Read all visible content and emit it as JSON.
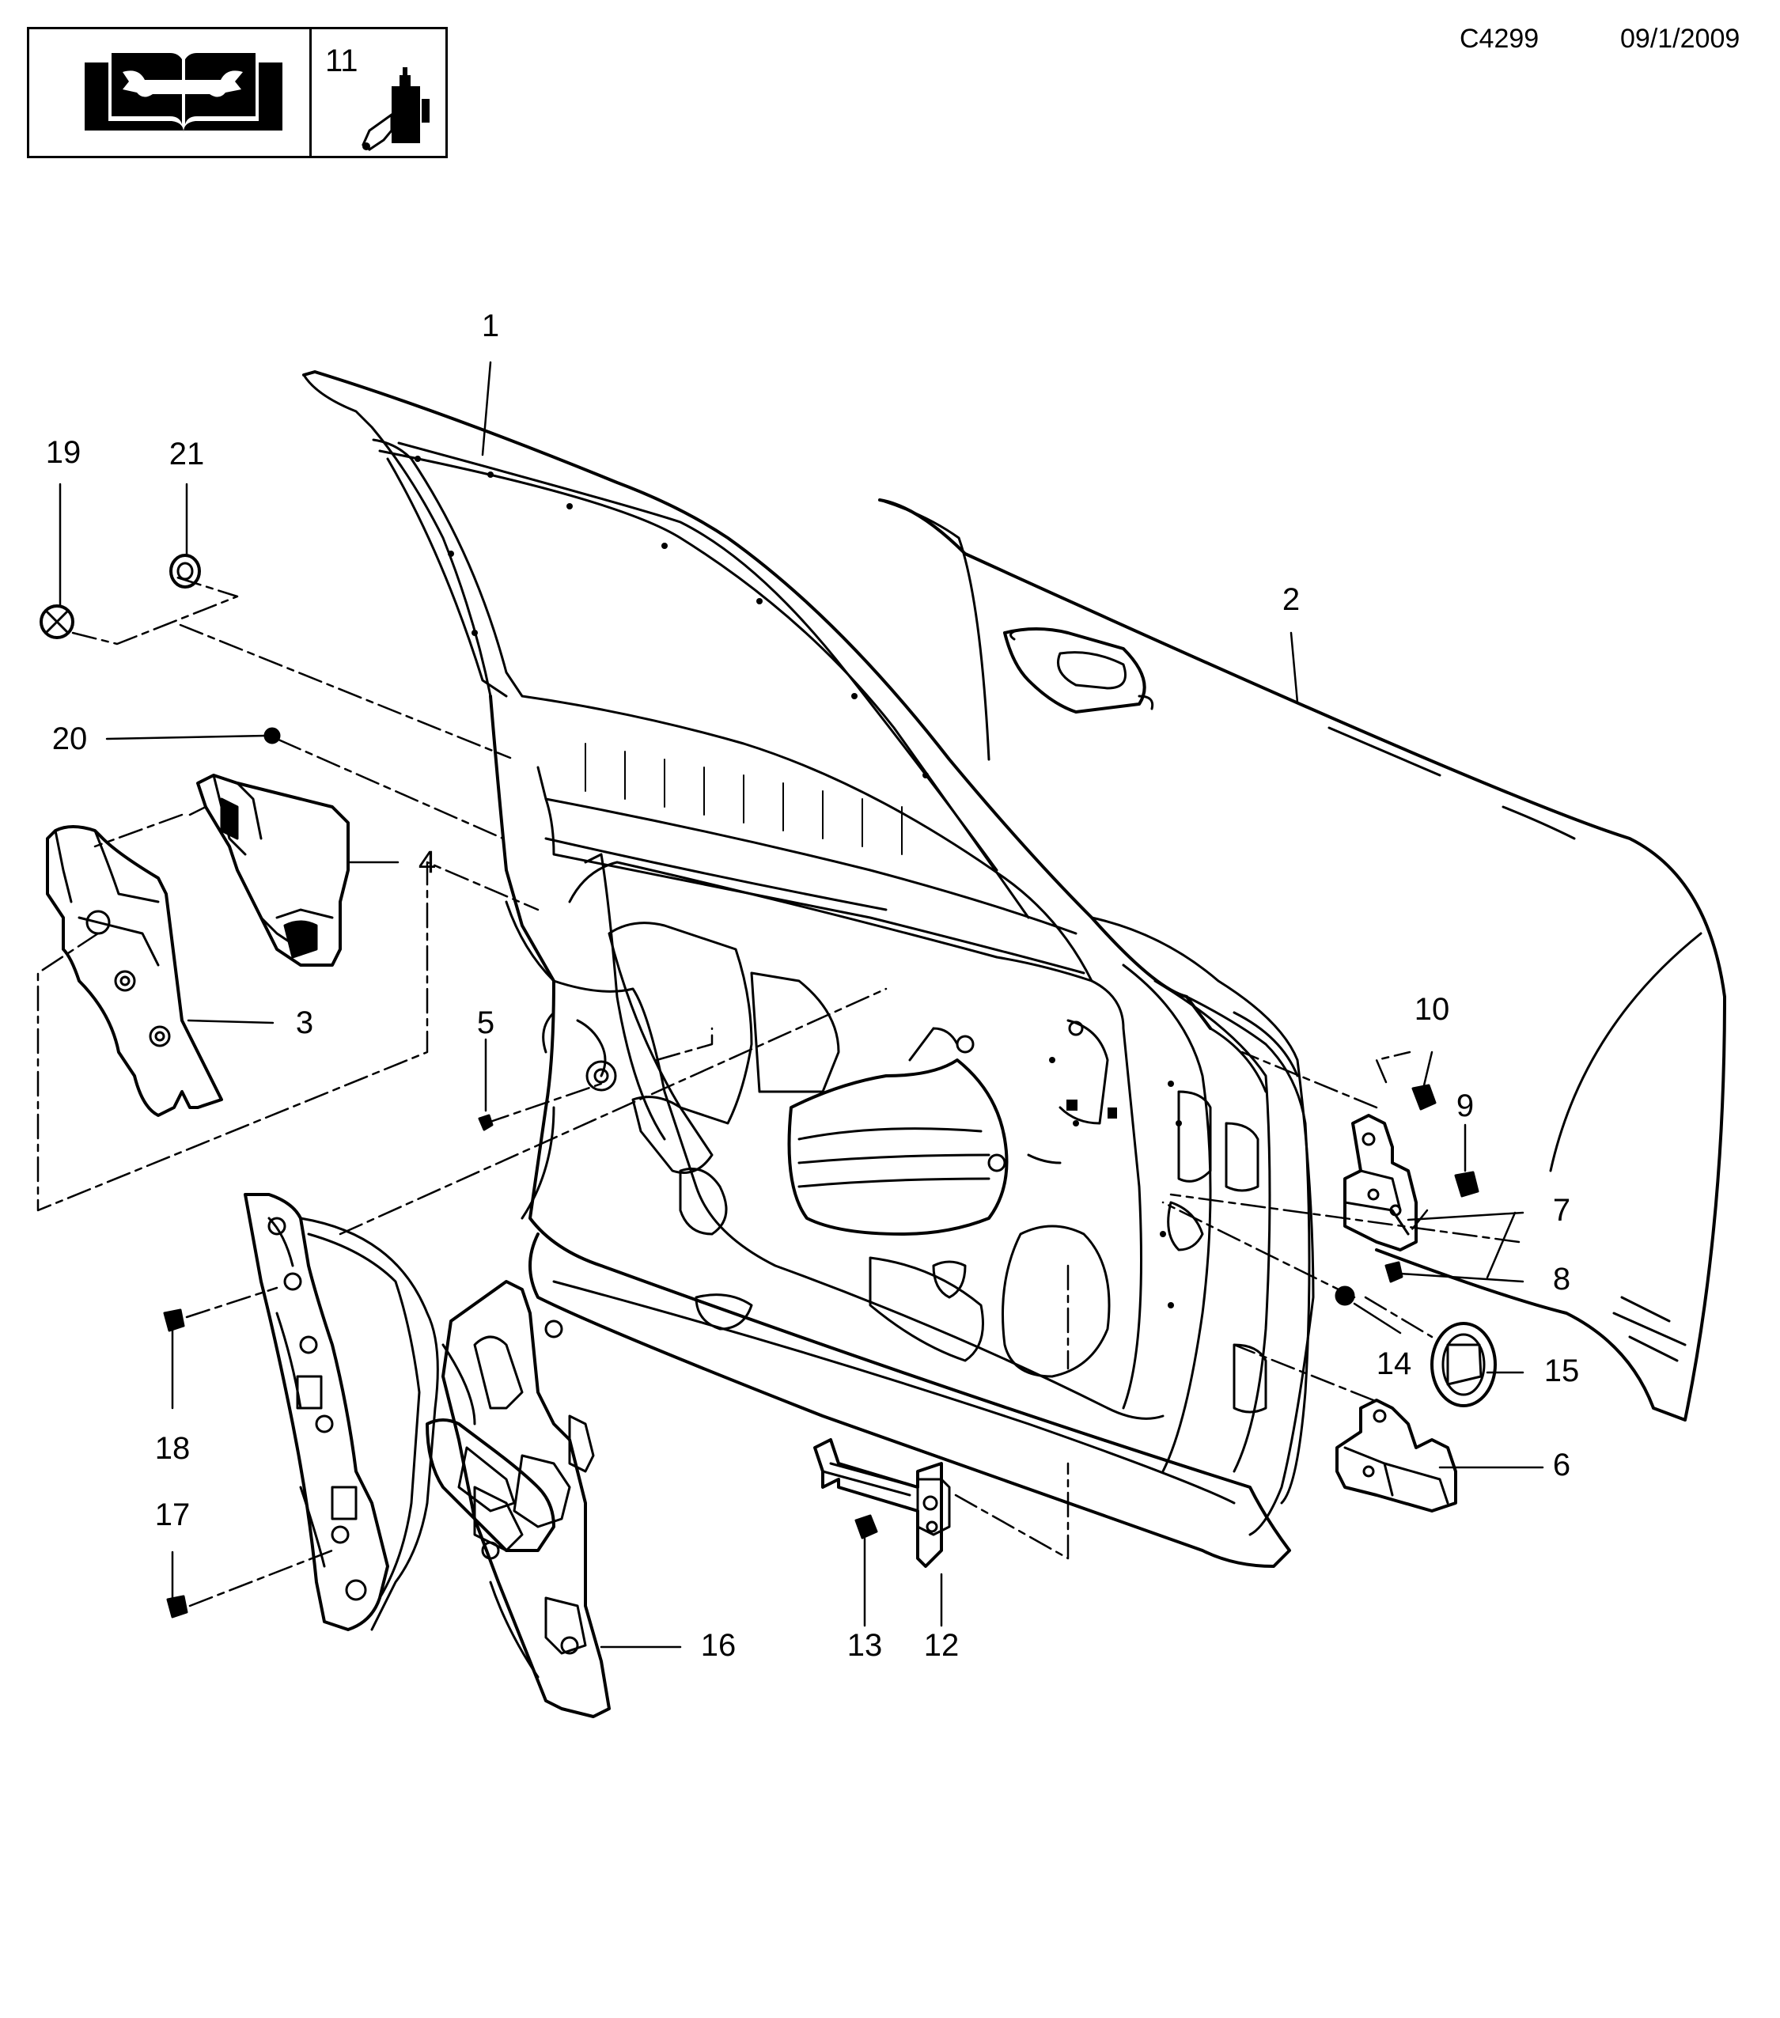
{
  "header": {
    "manual_icon": "workshop-manual-wrench-icon",
    "tool_icon": "adhesive-bottle-icon",
    "number": "11",
    "code": "C4299",
    "date": "09/1/2009"
  },
  "callouts": [
    {
      "id": "c1",
      "label": "1"
    },
    {
      "id": "c2",
      "label": "2"
    },
    {
      "id": "c3",
      "label": "3"
    },
    {
      "id": "c4",
      "label": "4"
    },
    {
      "id": "c5",
      "label": "5"
    },
    {
      "id": "c6",
      "label": "6"
    },
    {
      "id": "c7",
      "label": "7"
    },
    {
      "id": "c8",
      "label": "8"
    },
    {
      "id": "c9",
      "label": "9"
    },
    {
      "id": "c10",
      "label": "10"
    },
    {
      "id": "c12",
      "label": "12"
    },
    {
      "id": "c13",
      "label": "13"
    },
    {
      "id": "c14",
      "label": "14"
    },
    {
      "id": "c15",
      "label": "15"
    },
    {
      "id": "c16",
      "label": "16"
    },
    {
      "id": "c17",
      "label": "17"
    },
    {
      "id": "c18",
      "label": "18"
    },
    {
      "id": "c19",
      "label": "19"
    },
    {
      "id": "c20",
      "label": "20"
    },
    {
      "id": "c21",
      "label": "21"
    }
  ]
}
